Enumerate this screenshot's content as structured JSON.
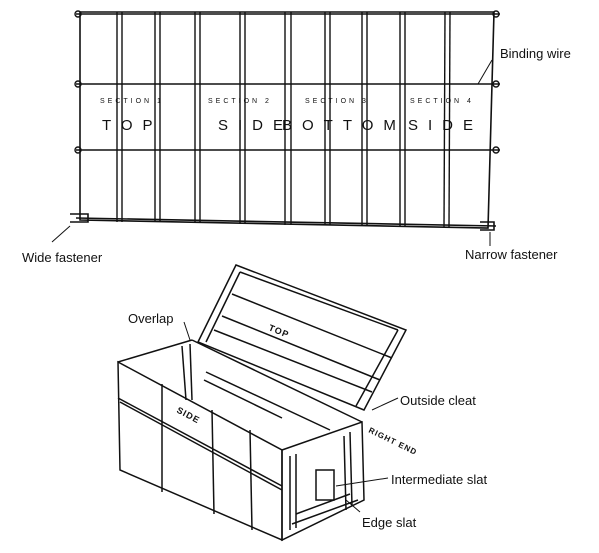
{
  "figure": {
    "sections": [
      "SECTION 1",
      "SECTION 2",
      "SECTION 3",
      "SECTION 4"
    ],
    "faces": [
      "TOP",
      "SIDE",
      "BOTTOM",
      "SIDE"
    ],
    "callouts": {
      "binding_wire": "Binding wire",
      "wide_fastener": "Wide fastener",
      "narrow_fastener": "Narrow fastener",
      "overlap": "Overlap",
      "outside_cleat": "Outside cleat",
      "intermediate_slat": "Intermediate slat",
      "edge_slat": "Edge slat"
    },
    "box_labels": {
      "top": "TOP",
      "side": "SIDE",
      "right_end": "RIGHT END"
    }
  }
}
